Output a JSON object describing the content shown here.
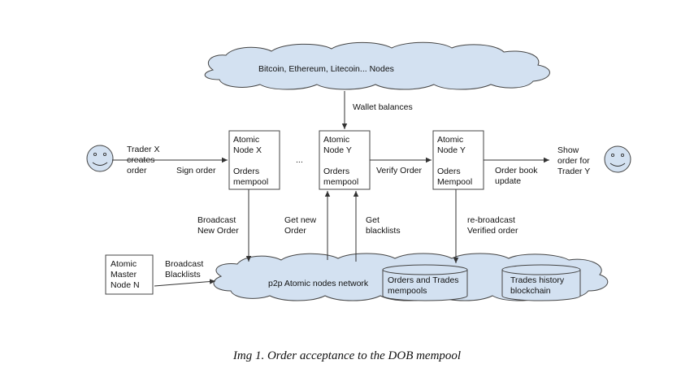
{
  "clouds": {
    "top": "Bitcoin, Ethereum, Litecoin... Nodes",
    "bottom": "p2p Atomic nodes network"
  },
  "edges": {
    "wallet_balances": "Wallet balances",
    "sign_order": "Sign order",
    "verify_order": "Verify Order",
    "order_book_update": [
      "Order book",
      "update"
    ],
    "broadcast_new_order": [
      "Broadcast",
      "New Order"
    ],
    "get_new_order": [
      "Get new",
      "Order"
    ],
    "get_blacklists": [
      "Get",
      "blacklists"
    ],
    "rebroadcast": [
      "re-broadcast",
      "Verified order"
    ],
    "broadcast_blacklists": [
      "Broadcast",
      "Blacklists"
    ]
  },
  "actors": {
    "trader_x": [
      "Trader X",
      "creates",
      "order"
    ],
    "trader_y": [
      "Show",
      "order for",
      "Trader Y"
    ]
  },
  "nodes": {
    "node_x": [
      "Atomic",
      "Node X",
      "",
      "Orders",
      "mempool"
    ],
    "node_y1": [
      "Atomic",
      "Node Y",
      "",
      "Orders",
      "mempool"
    ],
    "node_y2": [
      "Atomic",
      "Node Y",
      "",
      "Oders",
      "Mempool"
    ],
    "master": [
      "Atomic",
      "Master",
      "Node N"
    ]
  },
  "ellipsis": "...",
  "databases": {
    "orders_trades": [
      "Orders and Trades",
      "mempools"
    ],
    "trades_history": [
      "Trades history",
      "blockchain"
    ]
  },
  "caption": "Img 1. Order acceptance to the DOB mempool"
}
